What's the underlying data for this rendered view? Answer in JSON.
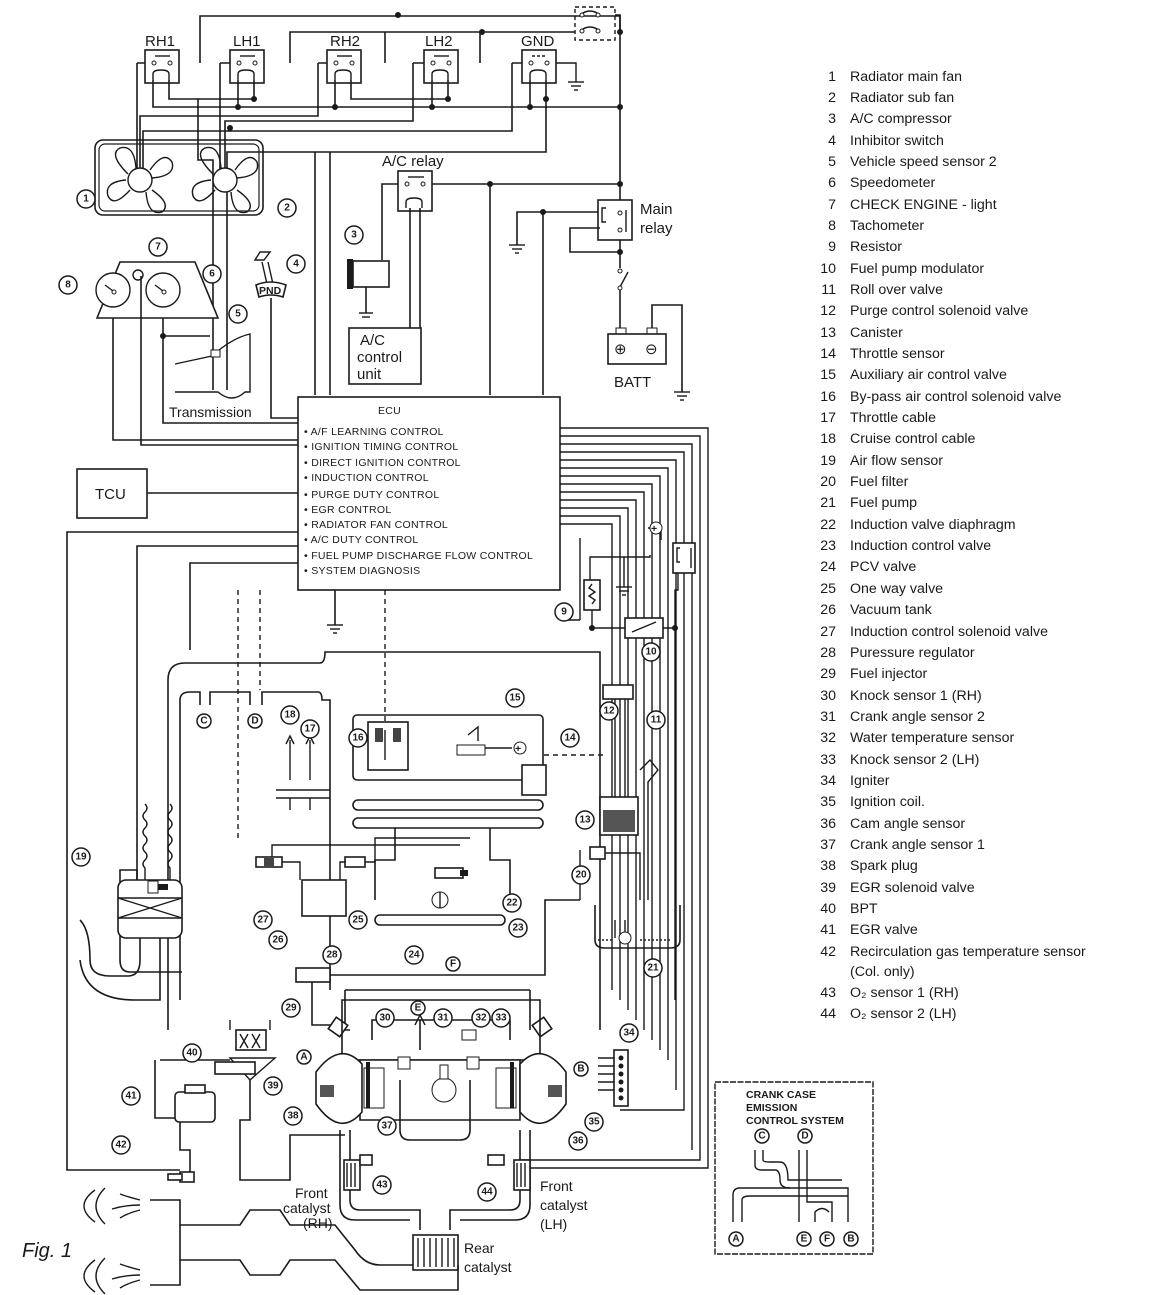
{
  "figure": {
    "label": "Fig. 1",
    "relays": {
      "rh1": "RH1",
      "lh1": "LH1",
      "rh2": "RH2",
      "lh2": "LH2",
      "gnd": "GND",
      "ac_relay": "A/C relay",
      "main_relay_line1": "Main",
      "main_relay_line2": "relay"
    },
    "boxes": {
      "ac_control_line1": "A/C",
      "ac_control_line2": "control",
      "ac_control_line3": "unit",
      "tcu": "TCU",
      "batt": "BATT",
      "transmission": "Transmission"
    },
    "ecu": {
      "title": "ECU",
      "functions": [
        "• A/F LEARNING CONTROL",
        "• IGNITION TIMING CONTROL",
        "• DIRECT IGNITION CONTROL",
        "•  INDUCTION CONTROL",
        "• PURGE DUTY CONTROL",
        "• EGR CONTROL",
        "• RADIATOR FAN CONTROL",
        "• A/C DUTY CONTROL",
        "• FUEL PUMP DISCHARGE FLOW CONTROL",
        "• SYSTEM DIAGNOSIS"
      ]
    },
    "shifter_label": "PND",
    "batt_plus": "⊕",
    "batt_minus": "⊖",
    "catalysts": {
      "front_rh_line1": "Front",
      "front_rh_line2": "catalyst",
      "front_rh_line3": "(RH)",
      "front_lh_line1": "Front",
      "front_lh_line2": "catalyst",
      "front_lh_line3": "(LH)",
      "rear_line1": "Rear",
      "rear_line2": "catalyst"
    },
    "port_letters": [
      "A",
      "B",
      "C",
      "D",
      "E",
      "F"
    ],
    "callouts": [
      "1",
      "2",
      "3",
      "4",
      "5",
      "6",
      "7",
      "8",
      "9",
      "10",
      "11",
      "12",
      "13",
      "14",
      "15",
      "16",
      "17",
      "18",
      "19",
      "20",
      "21",
      "22",
      "23",
      "24",
      "25",
      "26",
      "27",
      "28",
      "29",
      "30",
      "31",
      "32",
      "33",
      "34",
      "35",
      "36",
      "37",
      "38",
      "39",
      "40",
      "41",
      "42",
      "43",
      "44"
    ],
    "inset": {
      "title_line1": "CRANK CASE",
      "title_line2": "EMISSION",
      "title_line3": "CONTROL SYSTEM",
      "ports": [
        "C",
        "D",
        "A",
        "E",
        "F",
        "B"
      ]
    }
  },
  "legend": {
    "items": [
      {
        "num": "1",
        "text": "Radiator main fan"
      },
      {
        "num": "2",
        "text": "Radiator sub fan"
      },
      {
        "num": "3",
        "text": "A/C compressor"
      },
      {
        "num": "4",
        "text": "Inhibitor switch"
      },
      {
        "num": "5",
        "text": "Vehicle speed sensor 2"
      },
      {
        "num": "6",
        "text": "Speedometer"
      },
      {
        "num": "7",
        "text": "CHECK ENGINE - light"
      },
      {
        "num": "8",
        "text": "Tachometer"
      },
      {
        "num": "9",
        "text": "Resistor"
      },
      {
        "num": "10",
        "text": "Fuel pump modulator"
      },
      {
        "num": "11",
        "text": "Roll over valve"
      },
      {
        "num": "12",
        "text": "Purge control solenoid valve"
      },
      {
        "num": "13",
        "text": "Canister"
      },
      {
        "num": "14",
        "text": "Throttle sensor"
      },
      {
        "num": "15",
        "text": "Auxiliary air control valve"
      },
      {
        "num": "16",
        "text": "By-pass air control solenoid valve"
      },
      {
        "num": "17",
        "text": "Throttle cable"
      },
      {
        "num": "18",
        "text": "Cruise control cable"
      },
      {
        "num": "19",
        "text": "Air flow sensor"
      },
      {
        "num": "20",
        "text": "Fuel filter"
      },
      {
        "num": "21",
        "text": "Fuel pump"
      },
      {
        "num": "22",
        "text": "Induction valve diaphragm"
      },
      {
        "num": "23",
        "text": "Induction control valve"
      },
      {
        "num": "24",
        "text": "PCV valve"
      },
      {
        "num": "25",
        "text": "One way valve"
      },
      {
        "num": "26",
        "text": "Vacuum tank"
      },
      {
        "num": "27",
        "text": "Induction control solenoid valve"
      },
      {
        "num": "28",
        "text": "Puressure regulator"
      },
      {
        "num": "29",
        "text": "Fuel injector"
      },
      {
        "num": "30",
        "text": "Knock sensor 1 (RH)"
      },
      {
        "num": "31",
        "text": "Crank angle sensor 2"
      },
      {
        "num": "32",
        "text": "Water temperature sensor"
      },
      {
        "num": "33",
        "text": "Knock sensor 2 (LH)"
      },
      {
        "num": "34",
        "text": "Igniter"
      },
      {
        "num": "35",
        "text": "Ignition coil."
      },
      {
        "num": "36",
        "text": "Cam angle sensor"
      },
      {
        "num": "37",
        "text": "Crank angle sensor 1"
      },
      {
        "num": "38",
        "text": "Spark plug"
      },
      {
        "num": "39",
        "text": "EGR solenoid valve"
      },
      {
        "num": "40",
        "text": "BPT"
      },
      {
        "num": "41",
        "text": "EGR valve"
      },
      {
        "num": "42",
        "text": "Recirculation gas temperature sensor"
      },
      {
        "num": "43",
        "text": "O₂ sensor 1 (RH)"
      },
      {
        "num": "44",
        "text": "O₂ sensor 2 (LH)"
      }
    ],
    "note_42": "(Col. only)"
  }
}
